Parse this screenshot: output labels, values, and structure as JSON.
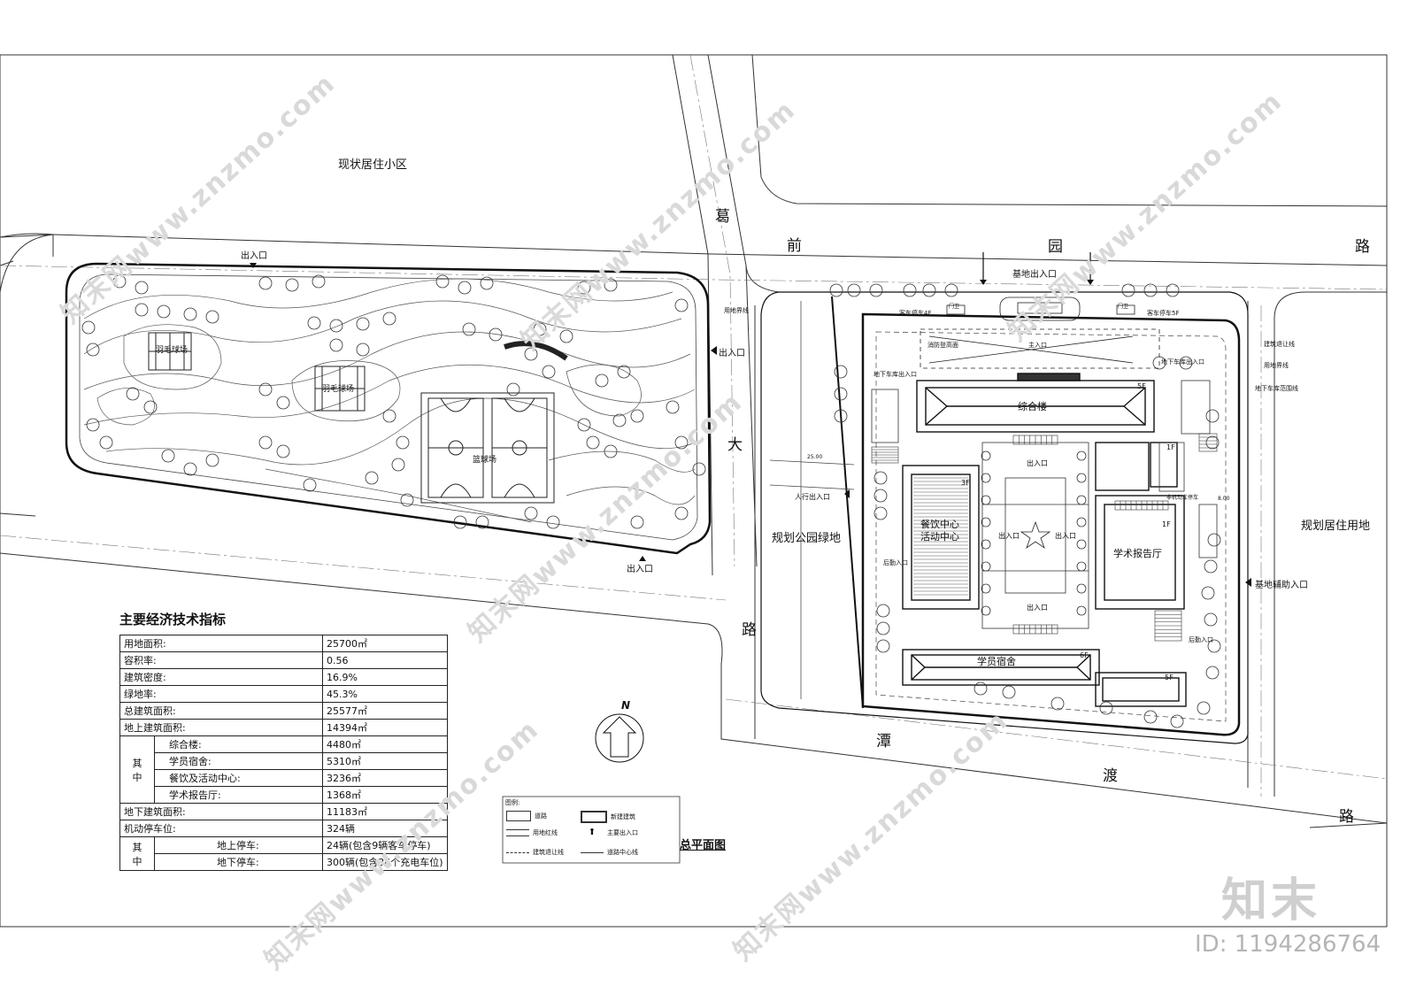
{
  "surroundings": {
    "existing_residential": "现状居住小区",
    "planned_residential": "规划居住用地",
    "planned_park": "规划公园绿地"
  },
  "roads": {
    "north": [
      "葛",
      "前",
      "园",
      "路"
    ],
    "west": [
      "大",
      "路"
    ],
    "south": [
      "潭",
      "渡",
      "路"
    ]
  },
  "park": {
    "badminton_1": "羽毛球场",
    "badminton_2": "羽毛球场",
    "basketball": "篮球场",
    "entrance_top": "出入口",
    "entrance_right": "出入口",
    "entrance_bottom": "出入口",
    "boundary_line": "用地界线"
  },
  "campus": {
    "main_entrance": "基地出入口",
    "aux_entrance": "基地辅助入口",
    "pedestrian_entrance": "人行出入口",
    "bus_parking_4": "客车停车4F",
    "bus_parking_5": "客车停车5F",
    "guard_room": "门卫",
    "guard_room2": "门卫",
    "main_gate": "主入口",
    "fire_lane": "消防登高面",
    "underground_entrance": "地下车库出入口",
    "underground_exit": "地下车库出入口",
    "setback_line": "建筑退让线",
    "boundary_line": "用地界线",
    "garage_line": "地下车库范围线",
    "back_entrance": "后勤入口",
    "bike_parking": "非机动车停车",
    "entrance_n": "出入口",
    "entrance_s": "出入口",
    "entrance_w": "出入口",
    "entrance_e": "出入口",
    "rear_entrance_e": "后勤入口",
    "dim_25": "25.00",
    "dim_8": "8.00"
  },
  "buildings": {
    "complex": {
      "name": "综合楼",
      "floors": "5F"
    },
    "dining": {
      "name": "餐饮中心\n活动中心",
      "floors": "3F"
    },
    "lecture": {
      "name": "学术报告厅",
      "floors": "1F"
    },
    "dorm": {
      "name": "学员宿舍",
      "floors": "6F"
    },
    "dorm2": {
      "floors": "5F"
    },
    "small": {
      "floors": "1F"
    }
  },
  "econ": {
    "title": "主要经济技术指标",
    "rows": [
      {
        "label": "用地面积:",
        "value": "25700㎡"
      },
      {
        "label": "容积率:",
        "value": "0.56"
      },
      {
        "label": "建筑密度:",
        "value": "16.9%"
      },
      {
        "label": "绿地率:",
        "value": "45.3%"
      },
      {
        "label": "总建筑面积:",
        "value": "25577㎡"
      },
      {
        "label": "地上建筑面积:",
        "value": "14394㎡"
      }
    ],
    "sub_group_label": "其\n中",
    "sub_rows": [
      {
        "label": "综合楼:",
        "value": "4480㎡"
      },
      {
        "label": "学员宿舍:",
        "value": "5310㎡"
      },
      {
        "label": "餐饮及活动中心:",
        "value": "3236㎡"
      },
      {
        "label": "学术报告厅:",
        "value": "1368㎡"
      }
    ],
    "rows2": [
      {
        "label": "地下建筑面积:",
        "value": "11183㎡"
      },
      {
        "label": "机动停车位:",
        "value": "324辆"
      }
    ],
    "park_group_label": "其\n中",
    "park_rows": [
      {
        "label": "地上停车:",
        "value": "24辆(包含9辆客车停车)"
      },
      {
        "label": "地下停车:",
        "value": "300辆(包含36个充电车位)"
      }
    ]
  },
  "legend": {
    "title": "图例:",
    "items": [
      "道路",
      "新建建筑",
      "用地红线",
      "主要出入口",
      "建筑退让线",
      "道路中心线"
    ]
  },
  "north_label": "N",
  "drawing_title": "总平面图",
  "brand": "知末",
  "id_text": "ID: 1194286764",
  "watermark_text": "知末网www.znzmo.com"
}
